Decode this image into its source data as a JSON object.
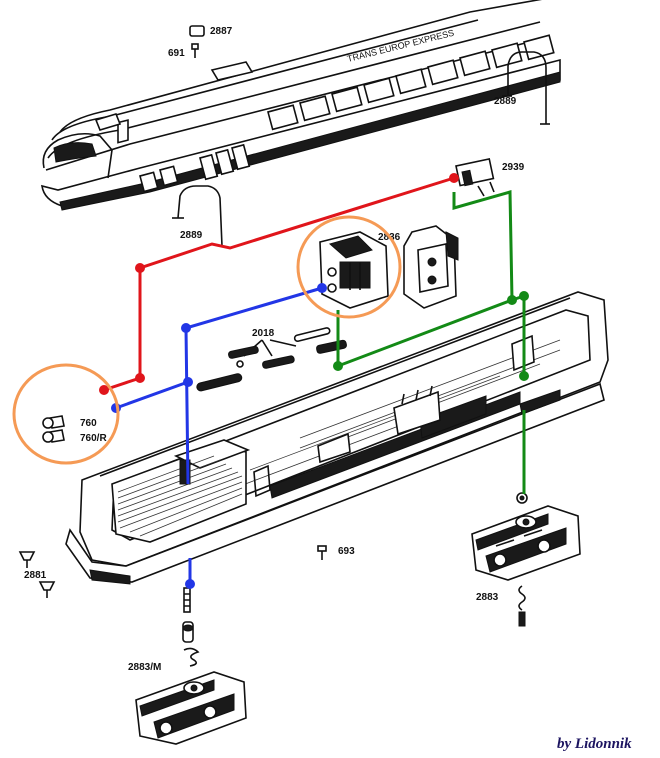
{
  "diagram": {
    "train_lettering": "TRANS EUROP EXPRESS",
    "parts": [
      {
        "id": "2887",
        "label": "2887"
      },
      {
        "id": "691",
        "label": "691"
      },
      {
        "id": "2889a",
        "label": "2889"
      },
      {
        "id": "2889b",
        "label": "2889"
      },
      {
        "id": "2939",
        "label": "2939"
      },
      {
        "id": "2836",
        "label": "2836"
      },
      {
        "id": "2018",
        "label": "2018"
      },
      {
        "id": "760",
        "label": "760"
      },
      {
        "id": "760R",
        "label": "760/R"
      },
      {
        "id": "2881",
        "label": "2881"
      },
      {
        "id": "693",
        "label": "693"
      },
      {
        "id": "2883",
        "label": "2883"
      },
      {
        "id": "2883M",
        "label": "2883/M"
      }
    ],
    "wire_colors": {
      "red": "#e0151b",
      "blue": "#2236e6",
      "green": "#138a16"
    },
    "highlight_color": "#f59a55",
    "credit": "by  Lidonnik"
  }
}
